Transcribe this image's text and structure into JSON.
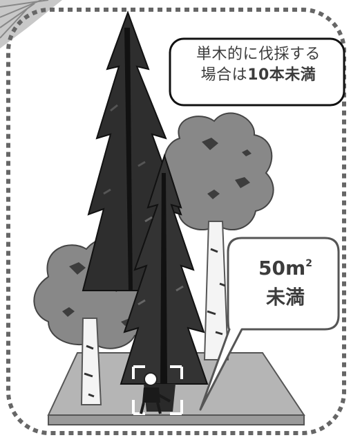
{
  "callouts": {
    "count_line1": "単木的に伐採する",
    "count_line2_prefix": "場合は",
    "count_line2_bold": "10本未満",
    "area_value": "50m",
    "area_superscript": "2",
    "area_suffix": "未満"
  },
  "colors": {
    "border": "#666666",
    "conifer": "#2b2b2b",
    "broadleaf": "#7a7a7a",
    "leaf_spots": "#3d3d3d",
    "ground": "#a9a9a9",
    "callout_fill": "#ffffff"
  },
  "icons": {
    "worker": "lumberjack-with-chainsaw-icon",
    "frame": "dashed-selection-frame"
  }
}
